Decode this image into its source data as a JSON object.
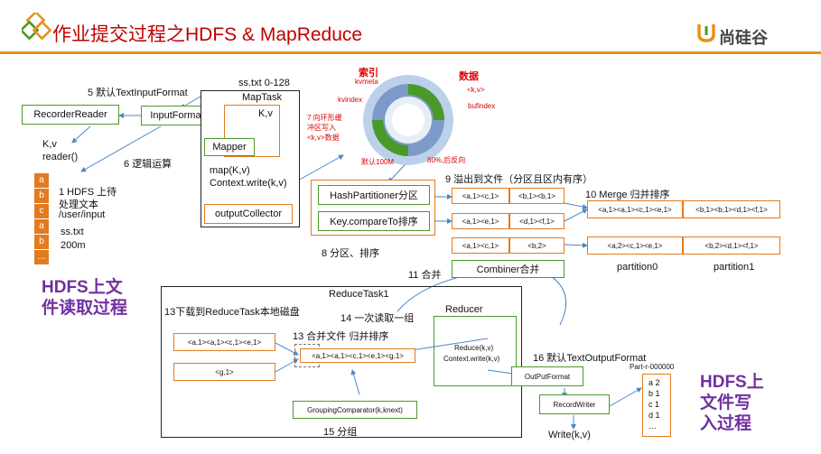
{
  "header": {
    "title": "作业提交过程之HDFS & MapReduce",
    "brand": "尚硅谷",
    "colors": {
      "title": "#c00000",
      "accent": "#e8901a",
      "box_green": "#4a9a2a",
      "box_orange": "#e47a1e",
      "label_purple": "#7030a0",
      "ring_blue": "#7d9bc8",
      "ring_green": "#4a9a2a"
    }
  },
  "input_side": {
    "step5": "5 默认TextInputFormat",
    "recorder_reader": "RecorderReader",
    "input_format": "InputFormat",
    "kv": "K,v",
    "reader": "reader()",
    "hdfs_stack": [
      "a",
      "b",
      "c",
      "a",
      "b",
      "…"
    ],
    "step1_line1": "1 HDFS 上待",
    "step1_line2": "处理文本",
    "step1_line3": "/user/input",
    "file_name": "ss.txt",
    "file_size": "200m",
    "caption_line1": "HDFS上文",
    "caption_line2": "件读取过程"
  },
  "maptask": {
    "split": "ss.txt 0-128",
    "title": "MapTask",
    "kv": "K,v",
    "mapper": "Mapper",
    "step6": "6 逻辑运算",
    "map_call": "map(K,v)",
    "context_write": "Context.write(k,v)",
    "output_collector": "outputCollector"
  },
  "ring": {
    "index_label": "索引",
    "kvmeta": "kvmeta",
    "kvindex": "kvindex",
    "data_label": "数据",
    "kv_marker": "<k,v>",
    "bufindex": "bufindex",
    "step7_line1": "7 向环形缓",
    "step7_line2": "冲区写入",
    "step7_line3": "<k,v>数据",
    "default_size": "默认100M",
    "reverse_note": "80%,后反向"
  },
  "spill": {
    "partitioner": "HashPartitioner分区",
    "compare": "Key.compareTo排序",
    "step8": "8 分区、排序",
    "step9": "9 溢出到文件（分区且区内有序）",
    "rows": [
      [
        "<a,1><c,1>",
        "<b,1><b,1>"
      ],
      [
        "<a,1><e,1>",
        "<d,1><f,1>"
      ],
      [
        "<a,1><c,1>",
        "<b,2>"
      ]
    ],
    "step10": "10 Merge 归并排序",
    "merged": [
      "<a,1><a,1><c,1><e,1>",
      "<b,1><b,1><d,1><f,1>"
    ],
    "combined": [
      "<a,2><c,1><e,1>",
      "<b,2><d,1><f,1>"
    ],
    "partition0": "partition0",
    "partition1": "partition1",
    "step11": "11 合并",
    "combiner": "Combiner合并"
  },
  "reduce": {
    "title": "ReduceTask1",
    "step13a": "13下载到ReduceTask本地磁盘",
    "step14": "14 一次读取一组",
    "reducer": "Reducer",
    "step13b": "13 合并文件 归并排序",
    "left_a": "<a,1><a,1><c,1><e,1>",
    "left_g": "<g,1>",
    "merged": "<a,1><a,1><c,1><e,1><g,1>",
    "reduce_call": "Reduce(k,v)",
    "context_write": "Context.write(k,v)",
    "grouping": "GroupingComparator(k,knext)",
    "step15": "15 分组"
  },
  "output_side": {
    "step16": "16 默认TextOutputFormat",
    "output_format": "OutPutFormat",
    "record_writer": "RecordWriter",
    "write_call": "Write(k,v)",
    "part_file": "Part-r-000000",
    "part_lines": [
      "a 2",
      "b 1",
      "c 1",
      "d 1",
      "…"
    ],
    "caption_line1": "HDFS上",
    "caption_line2": "文件写",
    "caption_line3": "入过程"
  }
}
